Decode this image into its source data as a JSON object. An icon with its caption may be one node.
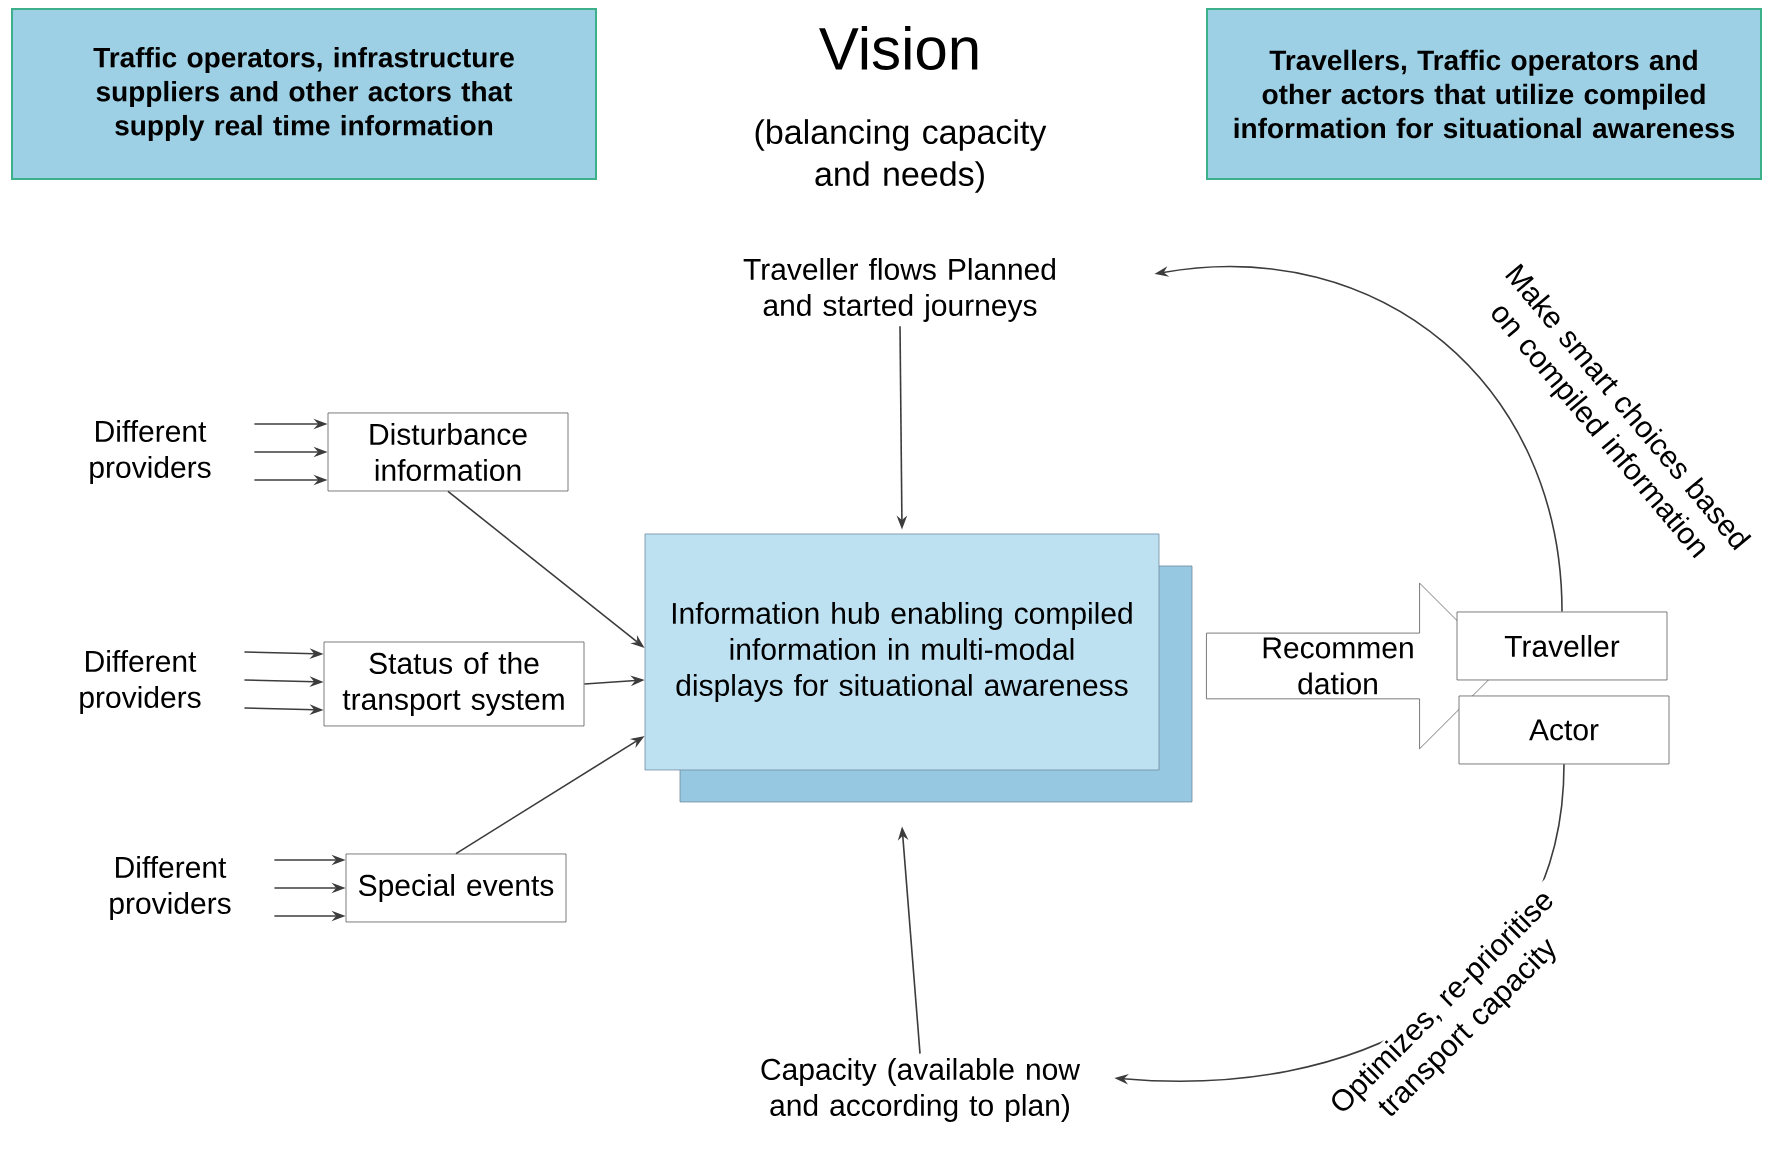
{
  "diagram": {
    "title": "Vision",
    "nodes": [
      {
        "text": [
          "Traffic operators, infrastructure suppliers and other actors that supply real time information"
        ]
      },
      {
        "text": [
          "Travellers, Traffic operators and other actors that utilize compiled information for situational awareness"
        ]
      },
      {
        "text": [
          "Different providers"
        ]
      },
      {
        "text": [
          "Disturbance information"
        ]
      },
      {
        "text": [
          "Different providers"
        ]
      },
      {
        "text": [
          "Status of the transport system"
        ]
      },
      {
        "text": [
          "Different providers"
        ]
      },
      {
        "text": [
          "Special events"
        ]
      },
      {
        "text": [
          "Information hub enabling compiled information in multi-modal displays for situational awareness"
        ]
      },
      {
        "text": [
          "Traveller flows Planned and started journeys"
        ]
      },
      {
        "text": [
          "Recommen dation"
        ]
      },
      {
        "text": [
          "Traveller"
        ]
      },
      {
        "text": [
          "Actor"
        ]
      },
      {
        "text": [
          "Capacity (available now and according to plan)"
        ]
      }
    ],
    "edges": [
      {
        "from": 2,
        "to": 3,
        "arrow": "to"
      },
      {
        "from": 2,
        "to": 3,
        "arrow": "to"
      },
      {
        "from": 2,
        "to": 3,
        "arrow": "to"
      },
      {
        "from": 4,
        "to": 5,
        "arrow": "to"
      },
      {
        "from": 4,
        "to": 5,
        "arrow": "to"
      },
      {
        "from": 4,
        "to": 5,
        "arrow": "to"
      },
      {
        "from": 6,
        "to": 7,
        "arrow": "to"
      },
      {
        "from": 6,
        "to": 7,
        "arrow": "to"
      },
      {
        "from": 6,
        "to": 7,
        "arrow": "to"
      },
      {
        "from": 3,
        "to": 8,
        "arrow": "to"
      },
      {
        "from": 5,
        "to": 8,
        "arrow": "to"
      },
      {
        "from": 7,
        "to": 8,
        "arrow": "to"
      },
      {
        "from": 9,
        "to": 8,
        "arrow": "to"
      },
      {
        "from": 13,
        "to": 8,
        "arrow": "to"
      },
      {
        "from": 11,
        "to": 9,
        "arrow": "to",
        "label": "Make smart choices based on compiled information"
      },
      {
        "from": 12,
        "to": 13,
        "arrow": "to",
        "label": "Optimizes, re-prioritise transport capacity"
      }
    ],
    "labels": [
      "(balancing capacity and needs)"
    ]
  }
}
